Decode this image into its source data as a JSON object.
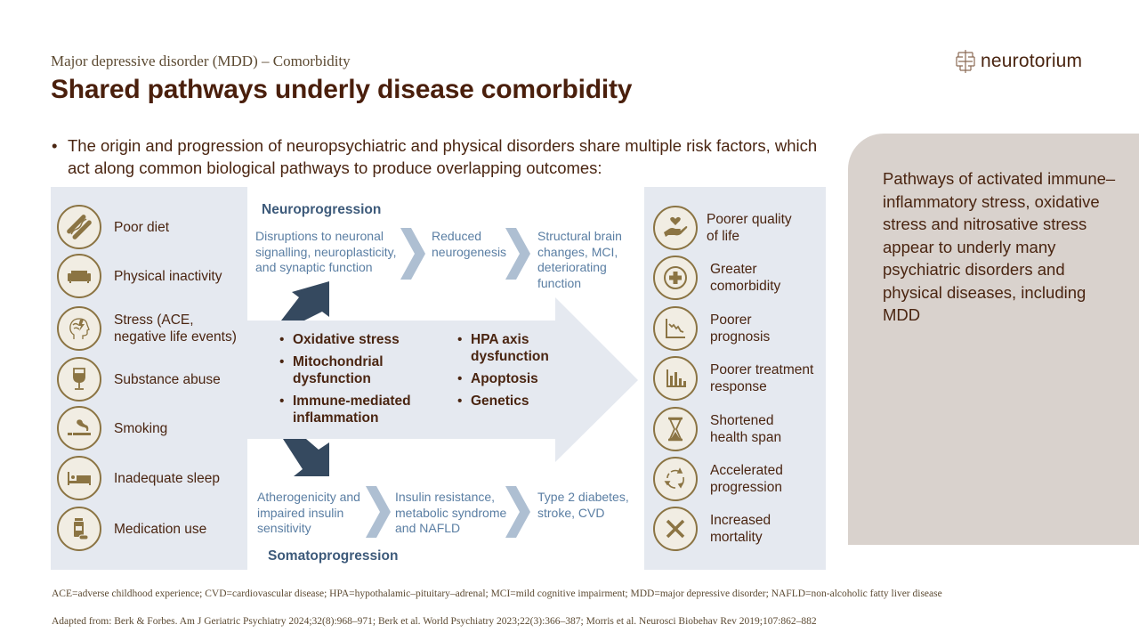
{
  "header": {
    "subtitle": "Major depressive disorder (MDD) – Comorbidity",
    "title": "Shared pathways underly disease comorbidity",
    "logo_text": "neurotorium"
  },
  "intro": {
    "bullet": "•",
    "text": "The origin and progression of neuropsychiatric and physical disorders share multiple risk factors, which act along common biological pathways to produce overlapping outcomes:"
  },
  "risk_factors": [
    {
      "label": "Poor diet",
      "icon": "hotdog-icon"
    },
    {
      "label": "Physical inactivity",
      "icon": "sofa-icon"
    },
    {
      "label": "Stress (ACE, negative life events)",
      "icon": "stressed-head-icon"
    },
    {
      "label": "Substance abuse",
      "icon": "wine-glass-icon"
    },
    {
      "label": "Smoking",
      "icon": "cigarette-icon"
    },
    {
      "label": "Inadequate sleep",
      "icon": "bed-icon"
    },
    {
      "label": "Medication use",
      "icon": "pill-bottle-icon"
    }
  ],
  "neuroprogression": {
    "heading": "Neuroprogression",
    "steps": [
      "Disruptions to neuronal signalling, neuroplasticity, and synaptic function",
      "Reduced neurogenesis",
      "Structural brain changes, MCI, deteriorating function"
    ]
  },
  "mechanisms": {
    "left": [
      "Oxidative stress",
      "Mitochondrial dysfunction",
      "Immune-mediated inflammation"
    ],
    "right": [
      "HPA axis dysfunction",
      "Apoptosis",
      "Genetics"
    ]
  },
  "somatoprogression": {
    "heading": "Somatoprogression",
    "steps": [
      "Atherogenicity and impaired insulin sensitivity",
      "Insulin resistance, metabolic syndrome and NAFLD",
      "Type 2 diabetes, stroke, CVD"
    ]
  },
  "outcomes": [
    {
      "label": "Poorer quality of life",
      "icon": "heart-hand-icon"
    },
    {
      "label": "Greater comorbidity",
      "icon": "medical-plus-icon"
    },
    {
      "label": "Poorer prognosis",
      "icon": "declining-chart-icon"
    },
    {
      "label": "Poorer treatment response",
      "icon": "bar-chart-icon"
    },
    {
      "label": "Shortened health span",
      "icon": "hourglass-icon"
    },
    {
      "label": "Accelerated progression",
      "icon": "cycle-arrows-icon"
    },
    {
      "label": "Increased mortality",
      "icon": "x-cross-icon"
    }
  ],
  "side_panel": {
    "text": "Pathways of activated immune–inflammatory stress, oxidative stress and nitrosative stress appear to underly many psychiatric disorders and physical diseases, including MDD"
  },
  "footnotes": {
    "abbreviations": "ACE=adverse childhood experience; CVD=cardiovascular disease; HPA=hypothalamic–pituitary–adrenal; MCI=mild cognitive impairment; MDD=major depressive disorder; NAFLD=non-alcoholic fatty liver disease",
    "source": "Adapted from: Berk & Forbes. Am J Geriatric Psychiatry 2024;32(8):968–971; Berk et al. World Psychiatry 2023;22(3):366–387; Morris et al. Neurosci Biobehav Rev 2019;107:862–882"
  },
  "colors": {
    "title": "#4a1f0c",
    "text": "#4a2511",
    "icon_gold": "#8b7443",
    "icon_bg": "#f1ede3",
    "panel_bg": "#e5e9f0",
    "side_panel_bg": "#d9d2cd",
    "progression_text": "#5a7ea3",
    "progression_heading": "#3d5a7a",
    "chevron": "#aebfd2",
    "dark_arrow": "#35495f"
  }
}
